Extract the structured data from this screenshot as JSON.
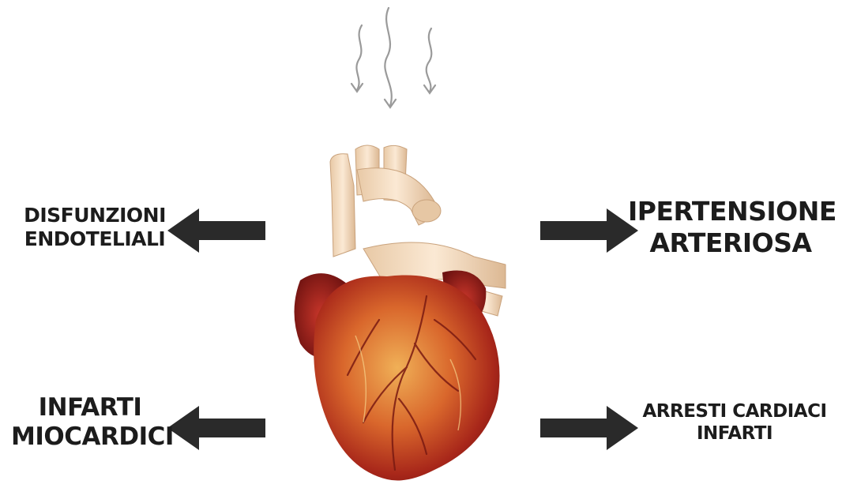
{
  "labels": {
    "top_left": [
      "DISFUNZIONI",
      "ENDOTELIALI"
    ],
    "top_right": [
      "IPERTENSIONE",
      "ARTERIOSA"
    ],
    "bottom_left": [
      "INFARTI",
      "MIOCARDICI"
    ],
    "bottom_right": [
      "ARRESTI CARDIACI",
      "INFARTI"
    ]
  },
  "icons": {
    "center": "heart-illustration",
    "top": "vapor-arrows-icon",
    "arrows": [
      "arrow-left-icon",
      "arrow-right-icon",
      "arrow-left-icon",
      "arrow-right-icon"
    ]
  },
  "colors": {
    "text": "#1c1c1c",
    "arrow": "#2a2a2a",
    "vapor": "#9a9a9a",
    "heart": "#c0392b"
  }
}
